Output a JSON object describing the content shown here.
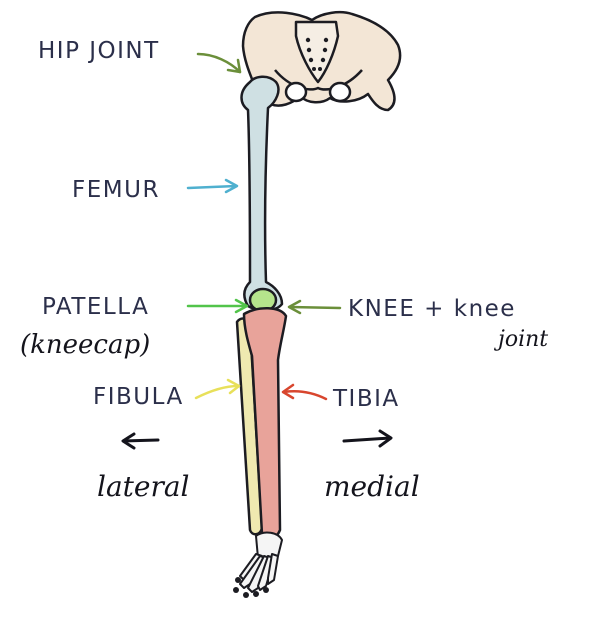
{
  "labels": {
    "hip_joint": "HIP JOINT",
    "femur": "FEMUR",
    "patella": "PATELLA",
    "kneecap": "(kneecap)",
    "knee": "KNEE + knee",
    "knee_joint": "joint",
    "fibula": "FIBULA",
    "tibia": "TIBIA",
    "lateral": "lateral",
    "medial": "medial"
  },
  "colors": {
    "hip_arrow": "#6b8f3a",
    "femur_arrow": "#4fb0cf",
    "patella_arrow": "#52c44a",
    "knee_arrow": "#6b8f3a",
    "fibula_arrow": "#e8e05a",
    "tibia_arrow": "#d8462e",
    "femur_fill": "#cfe0e3",
    "patella_fill": "#b5e48c",
    "tibia_fill": "#e8a39a",
    "fibula_fill": "#efe9b0",
    "pelvis_fill": "#f3e6d6",
    "foot_fill": "#f5f5f5",
    "outline": "#1c1c22"
  }
}
